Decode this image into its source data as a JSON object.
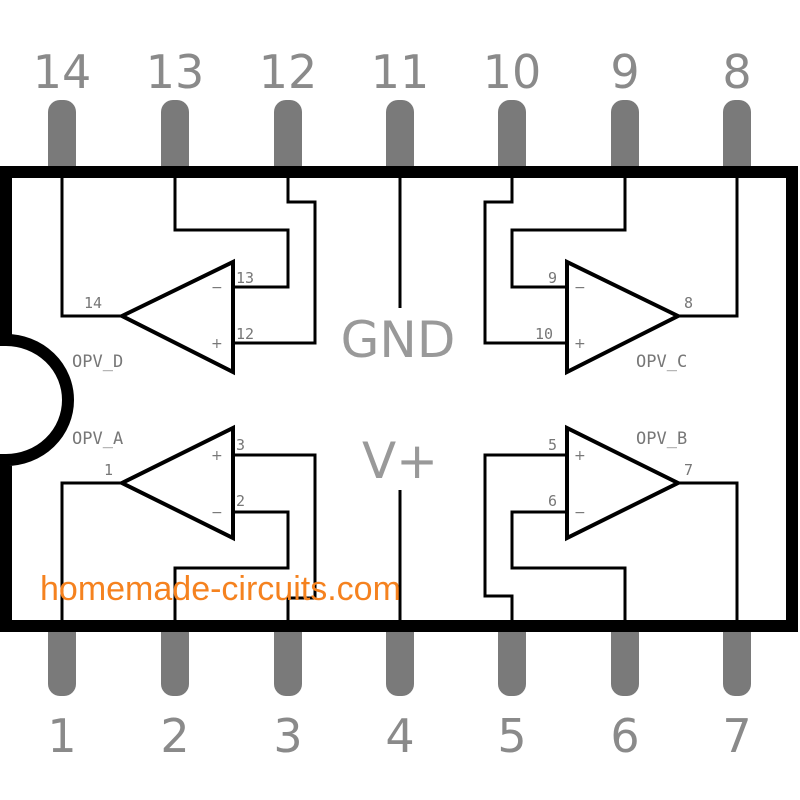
{
  "pins_top": [
    "14",
    "13",
    "12",
    "11",
    "10",
    "9",
    "8"
  ],
  "pins_bottom": [
    "1",
    "2",
    "3",
    "4",
    "5",
    "6",
    "7"
  ],
  "labels": {
    "gnd": "GND",
    "vplus": "V+"
  },
  "opamps": {
    "d": {
      "name": "OPV_D",
      "out": "14",
      "inv": "13",
      "noninv": "12"
    },
    "a": {
      "name": "OPV_A",
      "out": "1",
      "inv": "2",
      "noninv": "3"
    },
    "c": {
      "name": "OPV_C",
      "out": "8",
      "inv": "9",
      "noninv": "10"
    },
    "b": {
      "name": "OPV_B",
      "out": "7",
      "inv": "6",
      "noninv": "5"
    }
  },
  "signs": {
    "plus": "+",
    "minus": "−"
  },
  "watermark": "homemade-circuits.com",
  "colors": {
    "pin": "#7a7a7a",
    "body": "#000000",
    "watermark": "#f5821f"
  }
}
